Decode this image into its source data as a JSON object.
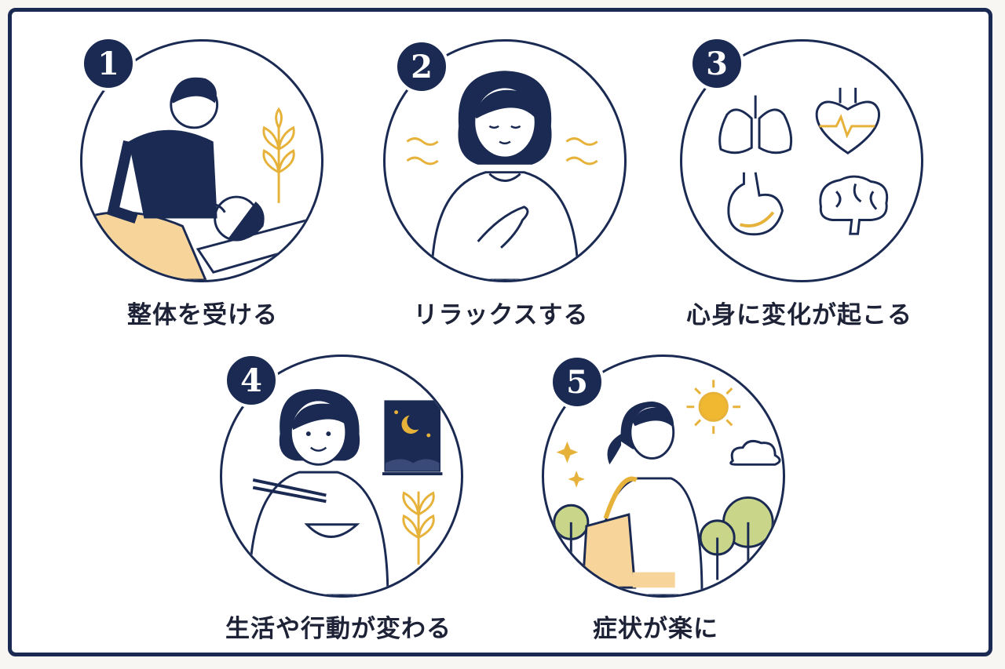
{
  "colors": {
    "navy": "#1a2a52",
    "gold": "#e6b23a",
    "peach": "#f7d59a",
    "green": "#c9d68a"
  },
  "steps": [
    {
      "number": "1",
      "label": "整体を受ける",
      "icon": "massage-treatment-icon"
    },
    {
      "number": "2",
      "label": "リラックスする",
      "icon": "relaxing-woman-icon"
    },
    {
      "number": "3",
      "label": "心身に変化が起こる",
      "icon": "organs-icon"
    },
    {
      "number": "4",
      "label": "生活や行動が変わる",
      "icon": "eating-meal-icon"
    },
    {
      "number": "5",
      "label": "症状が楽に",
      "icon": "walking-outdoors-icon"
    }
  ]
}
